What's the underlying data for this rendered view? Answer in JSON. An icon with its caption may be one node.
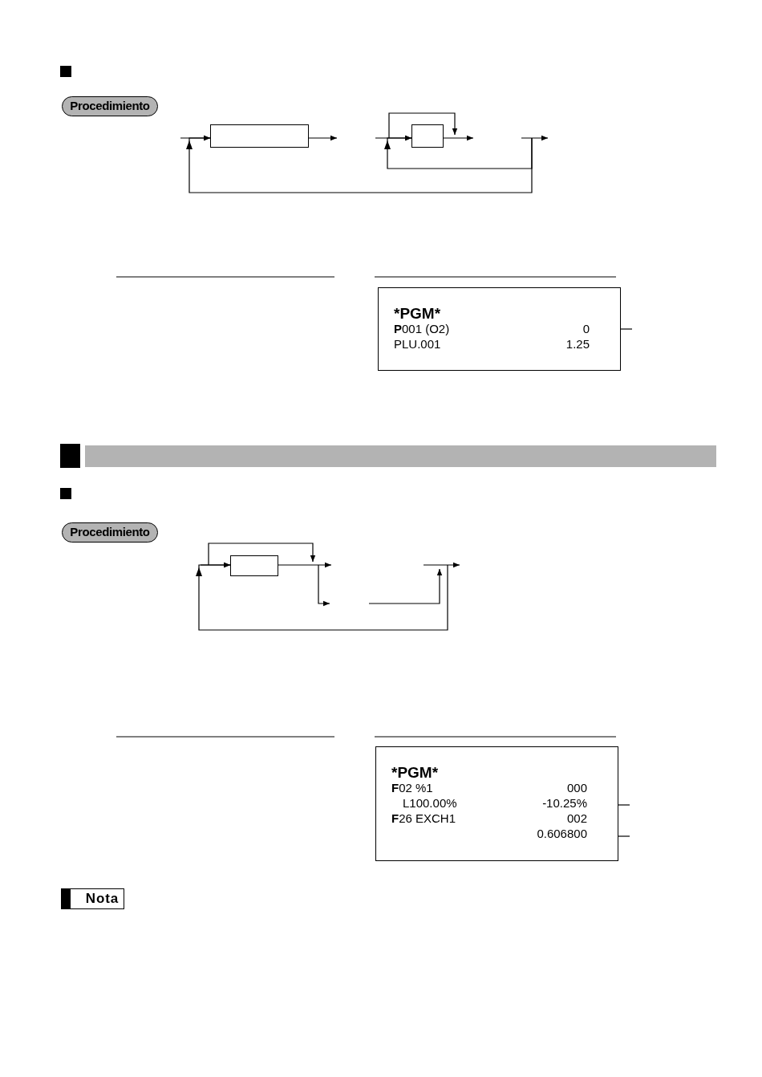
{
  "diagram": {
    "nodes": [
      {
        "text": [
          "Procedimiento"
        ]
      },
      {
        "text": [],
        "shape": "box"
      },
      {
        "text": [],
        "shape": "box"
      },
      {
        "text": [
          "*PGM*",
          "**P**001 (O2)",
          "0",
          "PLU.001",
          "1.25"
        ]
      },
      {
        "text": [
          "Procedimiento"
        ]
      },
      {
        "text": [],
        "shape": "box"
      },
      {
        "text": [
          "*PGM*",
          "**F**02 %1",
          "000",
          "L100.00%",
          "-10.25%",
          "**F**26 EXCH1",
          "002",
          "0.606800"
        ]
      },
      {
        "text": [
          "Nota"
        ]
      }
    ],
    "edges": [
      {
        "from": null,
        "to": 1,
        "arrow": "to"
      },
      {
        "from": 1,
        "to": null,
        "arrow": "to"
      },
      {
        "from": null,
        "to": 2,
        "arrow": "to"
      },
      {
        "from": 2,
        "to": null,
        "arrow": "to"
      },
      {
        "from": 3,
        "to": null,
        "arrow": "none"
      },
      {
        "from": null,
        "to": 5,
        "arrow": "to"
      },
      {
        "from": 5,
        "to": null,
        "arrow": "to"
      },
      {
        "from": 6,
        "to": null,
        "arrow": "none"
      },
      {
        "from": 6,
        "to": null,
        "arrow": "none"
      },
      {
        "from": null,
        "to": 1,
        "arrow": "to"
      },
      {
        "from": null,
        "to": 2,
        "arrow": "to"
      },
      {
        "from": null,
        "to": 5,
        "arrow": "to"
      }
    ]
  }
}
